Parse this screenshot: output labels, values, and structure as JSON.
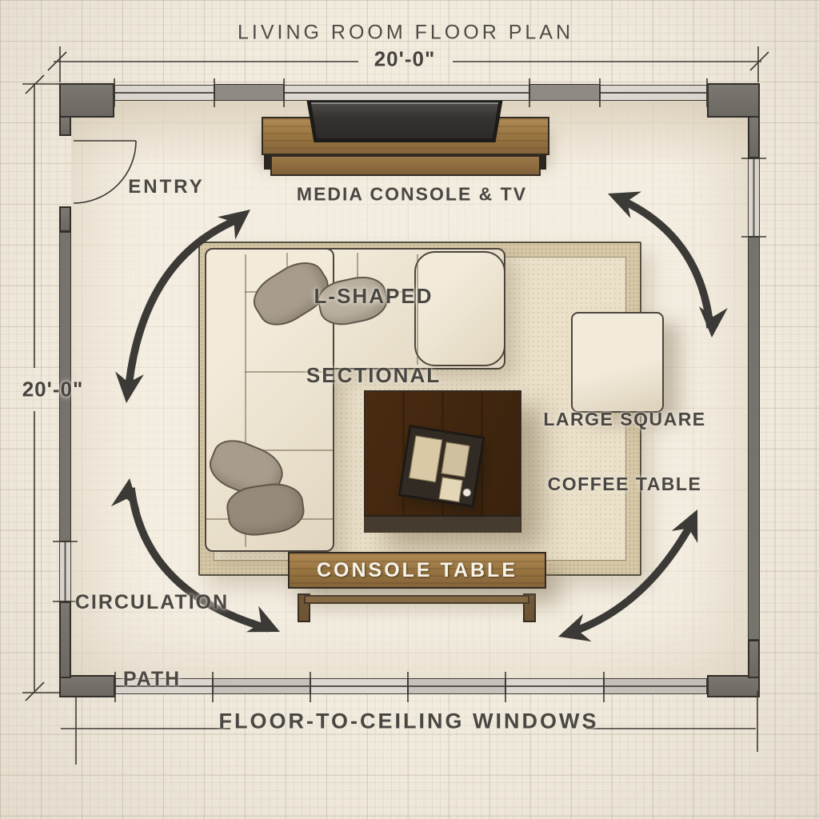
{
  "title": "LIVING ROOM FLOOR PLAN",
  "dimensions": {
    "width": "20'-0\"",
    "height": "20'-0\""
  },
  "labels": {
    "entry": "ENTRY",
    "media_console": "MEDIA CONSOLE & TV",
    "sectional": [
      "L-SHAPED",
      "SECTIONAL"
    ],
    "coffee_table": [
      "LARGE SQUARE",
      "COFFEE TABLE"
    ],
    "console_table": "CONSOLE TABLE",
    "circulation": [
      "CIRCULATION",
      "PATH"
    ],
    "windows": "FLOOR-TO-CEILING WINDOWS"
  },
  "colors": {
    "paper": "#f2ecdf",
    "ink": "#4a4743",
    "arrow": "#3c3a36",
    "wall-dark": "#6b6762",
    "wall-mid": "#8f8b84",
    "window-glass": "#dcd8d1",
    "wood": "#96733f",
    "sofa": "#f2ebda",
    "rug-border": "#d7c9a8",
    "rug-field": "#ebe1ca"
  }
}
